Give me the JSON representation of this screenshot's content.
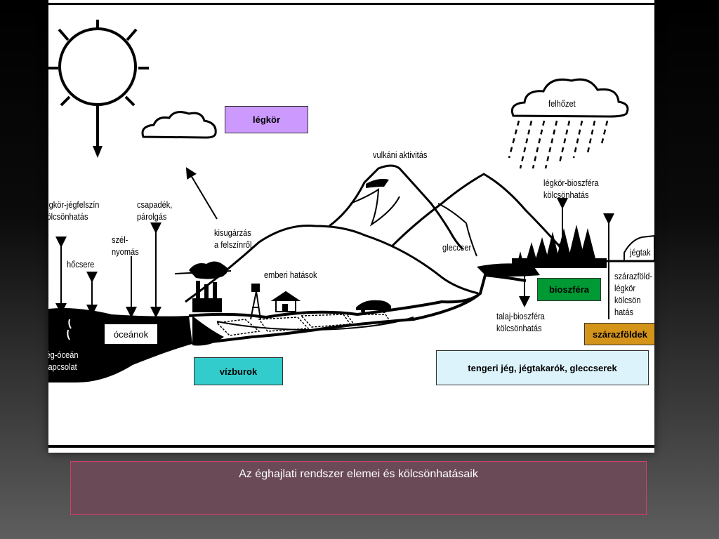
{
  "diagram": {
    "components": {
      "atmosphere": "légkör",
      "hydrosphere": "vízburok",
      "biosphere": "bioszféra",
      "land": "szárazföldek",
      "cryosphere": "tengeri jég, jégtakarók, gleccserek"
    },
    "labels": {
      "atm_ice": "légkör-jégfelszín\nkölcsönhatás",
      "heat": "hőcsere",
      "precip": "csapadék,\npárolgás",
      "wind": "szél-\nnyomás",
      "radiation": "kisugárzás\na felszínről",
      "human": "emberi hatások",
      "volcanic": "vulkáni aktivitás",
      "glacier": "gleccser",
      "clouds": "felhőzet",
      "atm_bio": "légkör-bioszféra\nkölcsönhatás",
      "ice_right": "jégtak",
      "land_atm": "szárazföld-\nlégkör\nkölcsön\nhatás",
      "soil_bio": "talaj-bioszféra\nkölcsönhatás",
      "oceans": "óceánok",
      "ice_ocean": "jég-óceán\nkapcsolat"
    },
    "colors": {
      "atmosphere": "#cc99ff",
      "hydrosphere": "#33cccc",
      "biosphere": "#009933",
      "land": "#d4941a",
      "cryosphere": "#ddf3fb"
    }
  },
  "caption": "Az éghajlati rendszer elemei és kölcsönhatásaik"
}
